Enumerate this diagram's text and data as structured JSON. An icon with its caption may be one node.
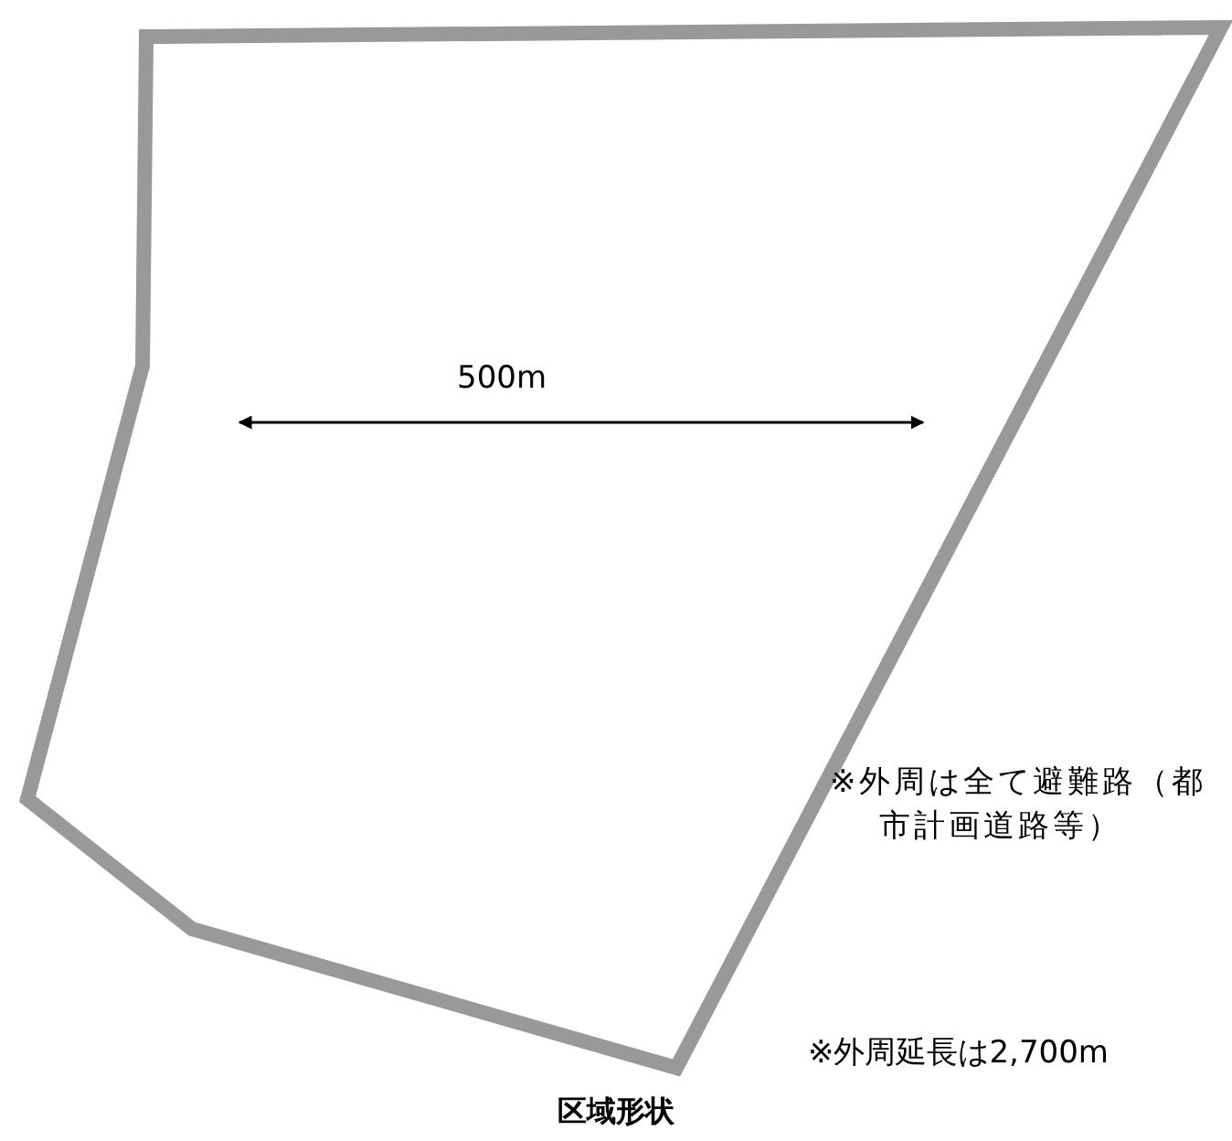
{
  "diagram": {
    "caption": "区域形状",
    "labels": [
      "500m",
      "※外周は全て避難路（都市計画道路等）",
      "※外周延長は2,700m"
    ]
  }
}
